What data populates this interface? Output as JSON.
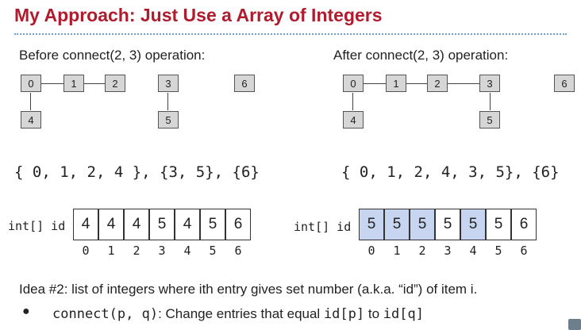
{
  "title": "My Approach: Just Use a Array of Integers",
  "before": {
    "caption": "Before connect(2, 3) operation:",
    "nodes": [
      "0",
      "1",
      "2",
      "3",
      "4",
      "5",
      "6"
    ],
    "sets_text": "{ 0, 1, 2, 4 }, {3, 5}, {6}",
    "array_label": "int[] id",
    "values": [
      "4",
      "4",
      "4",
      "5",
      "4",
      "5",
      "6"
    ]
  },
  "after": {
    "caption": "After connect(2, 3) operation:",
    "nodes": [
      "0",
      "1",
      "2",
      "3",
      "4",
      "5",
      "6"
    ],
    "sets_text": "{ 0, 1, 2, 4, 3, 5}, {6}",
    "array_label": "int[] id",
    "values": [
      "5",
      "5",
      "5",
      "5",
      "5",
      "5",
      "6"
    ],
    "highlight_color": "#c7d5f0"
  },
  "indices": [
    "0",
    "1",
    "2",
    "3",
    "4",
    "5",
    "6"
  ],
  "idea": "Idea #2: list of integers where ith entry gives set number (a.k.a. “id”) of item i.",
  "bullet": {
    "symbol": "●",
    "code": "connect(p, q)",
    "text_a": ": Change entries that equal ",
    "code_b": "id[p]",
    "text_c": " to ",
    "code_d": "id[q]"
  },
  "colors": {
    "title": "#b01c2e",
    "divider": "#6f9fd0",
    "node_fill": "#d6d6d6"
  }
}
